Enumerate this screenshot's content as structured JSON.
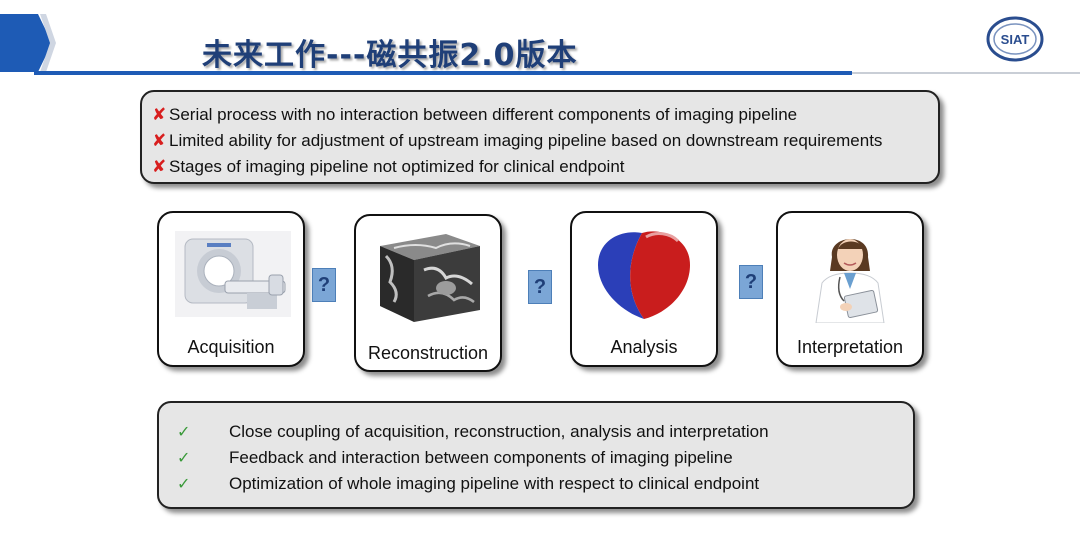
{
  "header": {
    "title": "未来工作---磁共振2.0版本",
    "logo_text": "SIAT"
  },
  "problems": [
    "Serial process with no interaction between different components of imaging pipeline",
    "Limited ability for adjustment of upstream imaging pipeline based on downstream requirements",
    "Stages of imaging pipeline not optimized for clinical endpoint"
  ],
  "problem_marker": "✘",
  "stages": [
    {
      "label": "Acquisition",
      "icon": "mri-scanner-icon"
    },
    {
      "label": "Reconstruction",
      "icon": "mri-volume-cube-icon"
    },
    {
      "label": "Analysis",
      "icon": "heart-segmentation-icon"
    },
    {
      "label": "Interpretation",
      "icon": "doctor-icon"
    }
  ],
  "connector_symbol": "?",
  "solutions": [
    "Close coupling of acquisition, reconstruction, analysis and interpretation",
    "Feedback and interaction between components of imaging pipeline",
    "Optimization of whole imaging pipeline with respect to clinical endpoint"
  ],
  "solution_marker": "✓",
  "colors": {
    "title": "#1f3f78",
    "accent_blue": "#1e5bb5",
    "cross_red": "#d81e1e",
    "check_green": "#3a9a3a",
    "connector": "#7ba6d6"
  }
}
